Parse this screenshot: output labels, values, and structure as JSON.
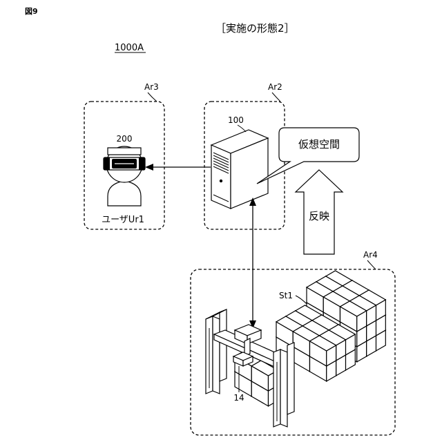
{
  "figure": {
    "number": "図9",
    "title": "［実施の形態2］",
    "system_label": "1000A"
  },
  "areas": [
    {
      "id": "Ar3",
      "label": "Ar3"
    },
    {
      "id": "Ar2",
      "label": "Ar2"
    },
    {
      "id": "Ar4",
      "label": "Ar4"
    }
  ],
  "user": {
    "ref": "200",
    "caption": "ユーザUr1"
  },
  "server": {
    "ref": "100"
  },
  "balloon": {
    "text": "仮想空間"
  },
  "reflect_arrow": {
    "text": "反映"
  },
  "storage": {
    "ref": "St1"
  },
  "robot": {
    "ref": "14"
  }
}
